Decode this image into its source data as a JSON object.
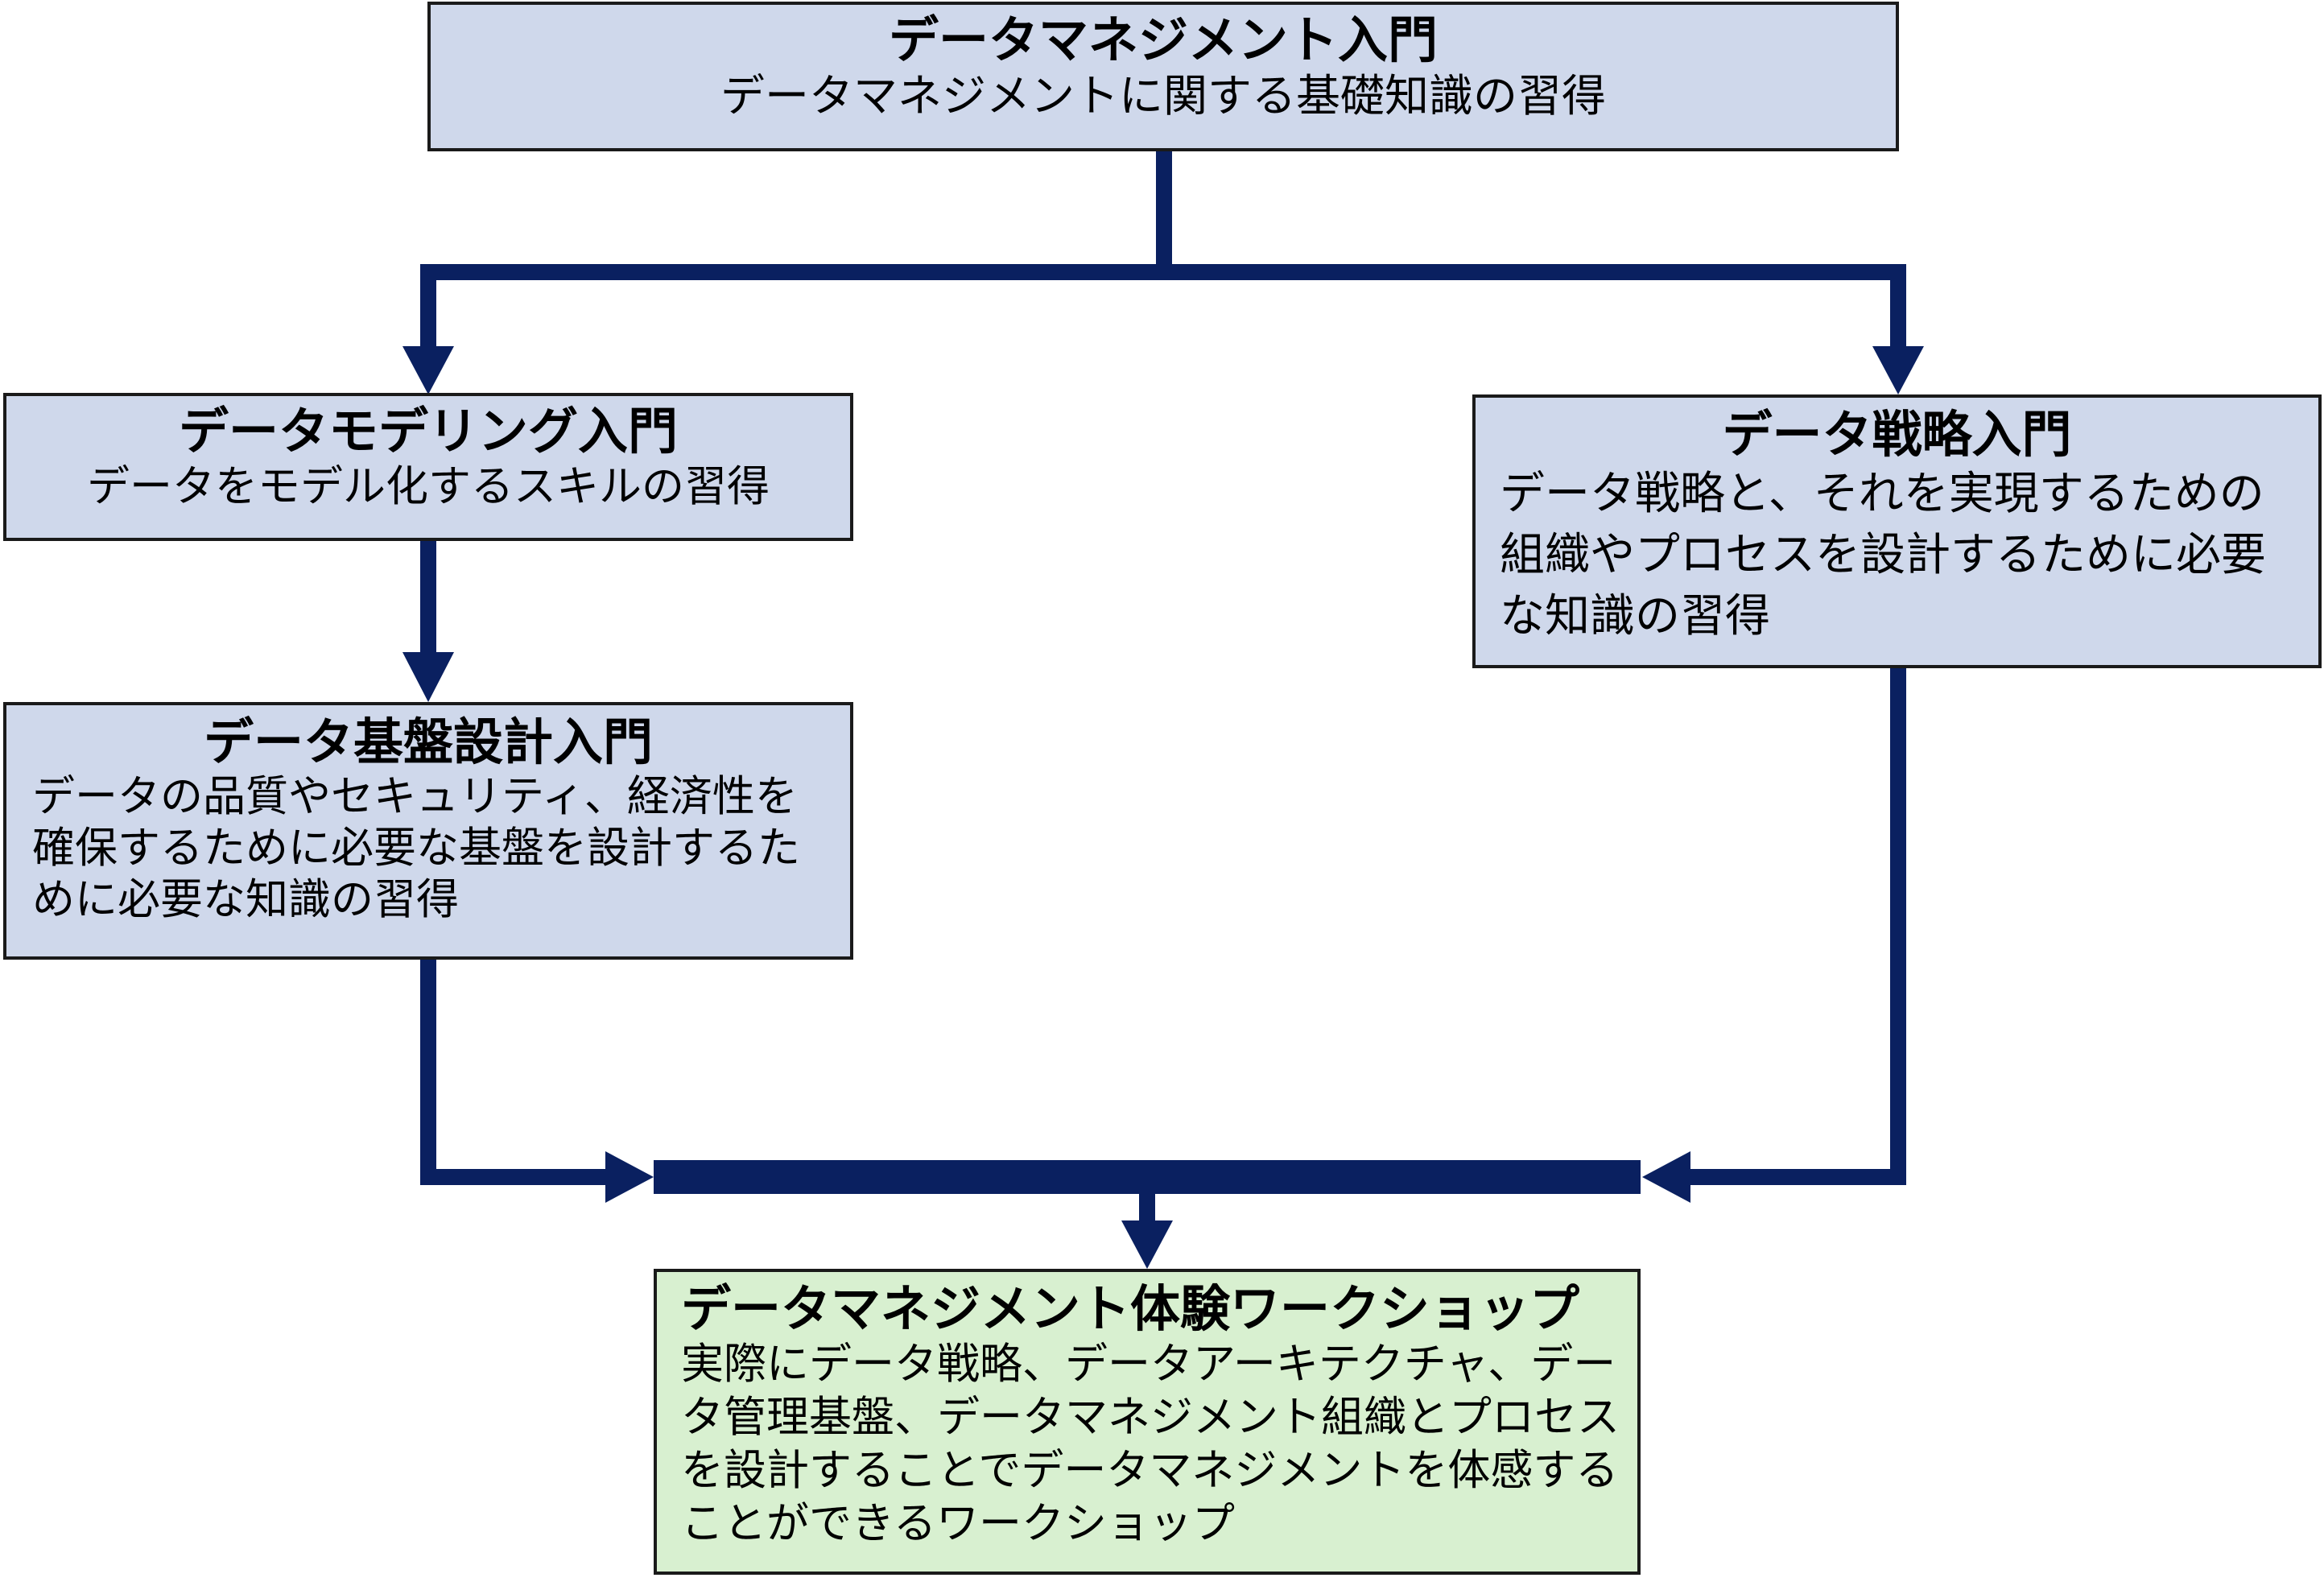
{
  "diagram": {
    "line_color": "#0a2060",
    "box_fill_blue": "#cfd8eb",
    "box_fill_green": "#d8f0d0",
    "border_color": "#1a1a1a"
  },
  "nodes": {
    "intro": {
      "title": "データマネジメント入門",
      "desc": "データマネジメントに関する基礎知識の習得"
    },
    "modeling": {
      "title": "データモデリング入門",
      "desc": "データをモデル化するスキルの習得"
    },
    "infra": {
      "title": "データ基盤設計入門",
      "desc": "データの品質やセキュリティ、経済性を確保するために必要な基盤を設計するために必要な知識の習得"
    },
    "strategy": {
      "title": "データ戦略入門",
      "desc": "データ戦略と、それを実現するための組織やプロセスを設計するために必要な知識の習得"
    },
    "workshop": {
      "title": "データマネジメント体験ワークショップ",
      "desc": "実際にデータ戦略、データアーキテクチャ、データ管理基盤、データマネジメント組織とプロセスを設計することでデータマネジメントを体感することができるワークショップ"
    }
  },
  "edges": [
    {
      "from": "intro",
      "to": "modeling"
    },
    {
      "from": "intro",
      "to": "strategy"
    },
    {
      "from": "modeling",
      "to": "infra"
    },
    {
      "from": "infra",
      "to": "workshop"
    },
    {
      "from": "strategy",
      "to": "workshop"
    }
  ]
}
